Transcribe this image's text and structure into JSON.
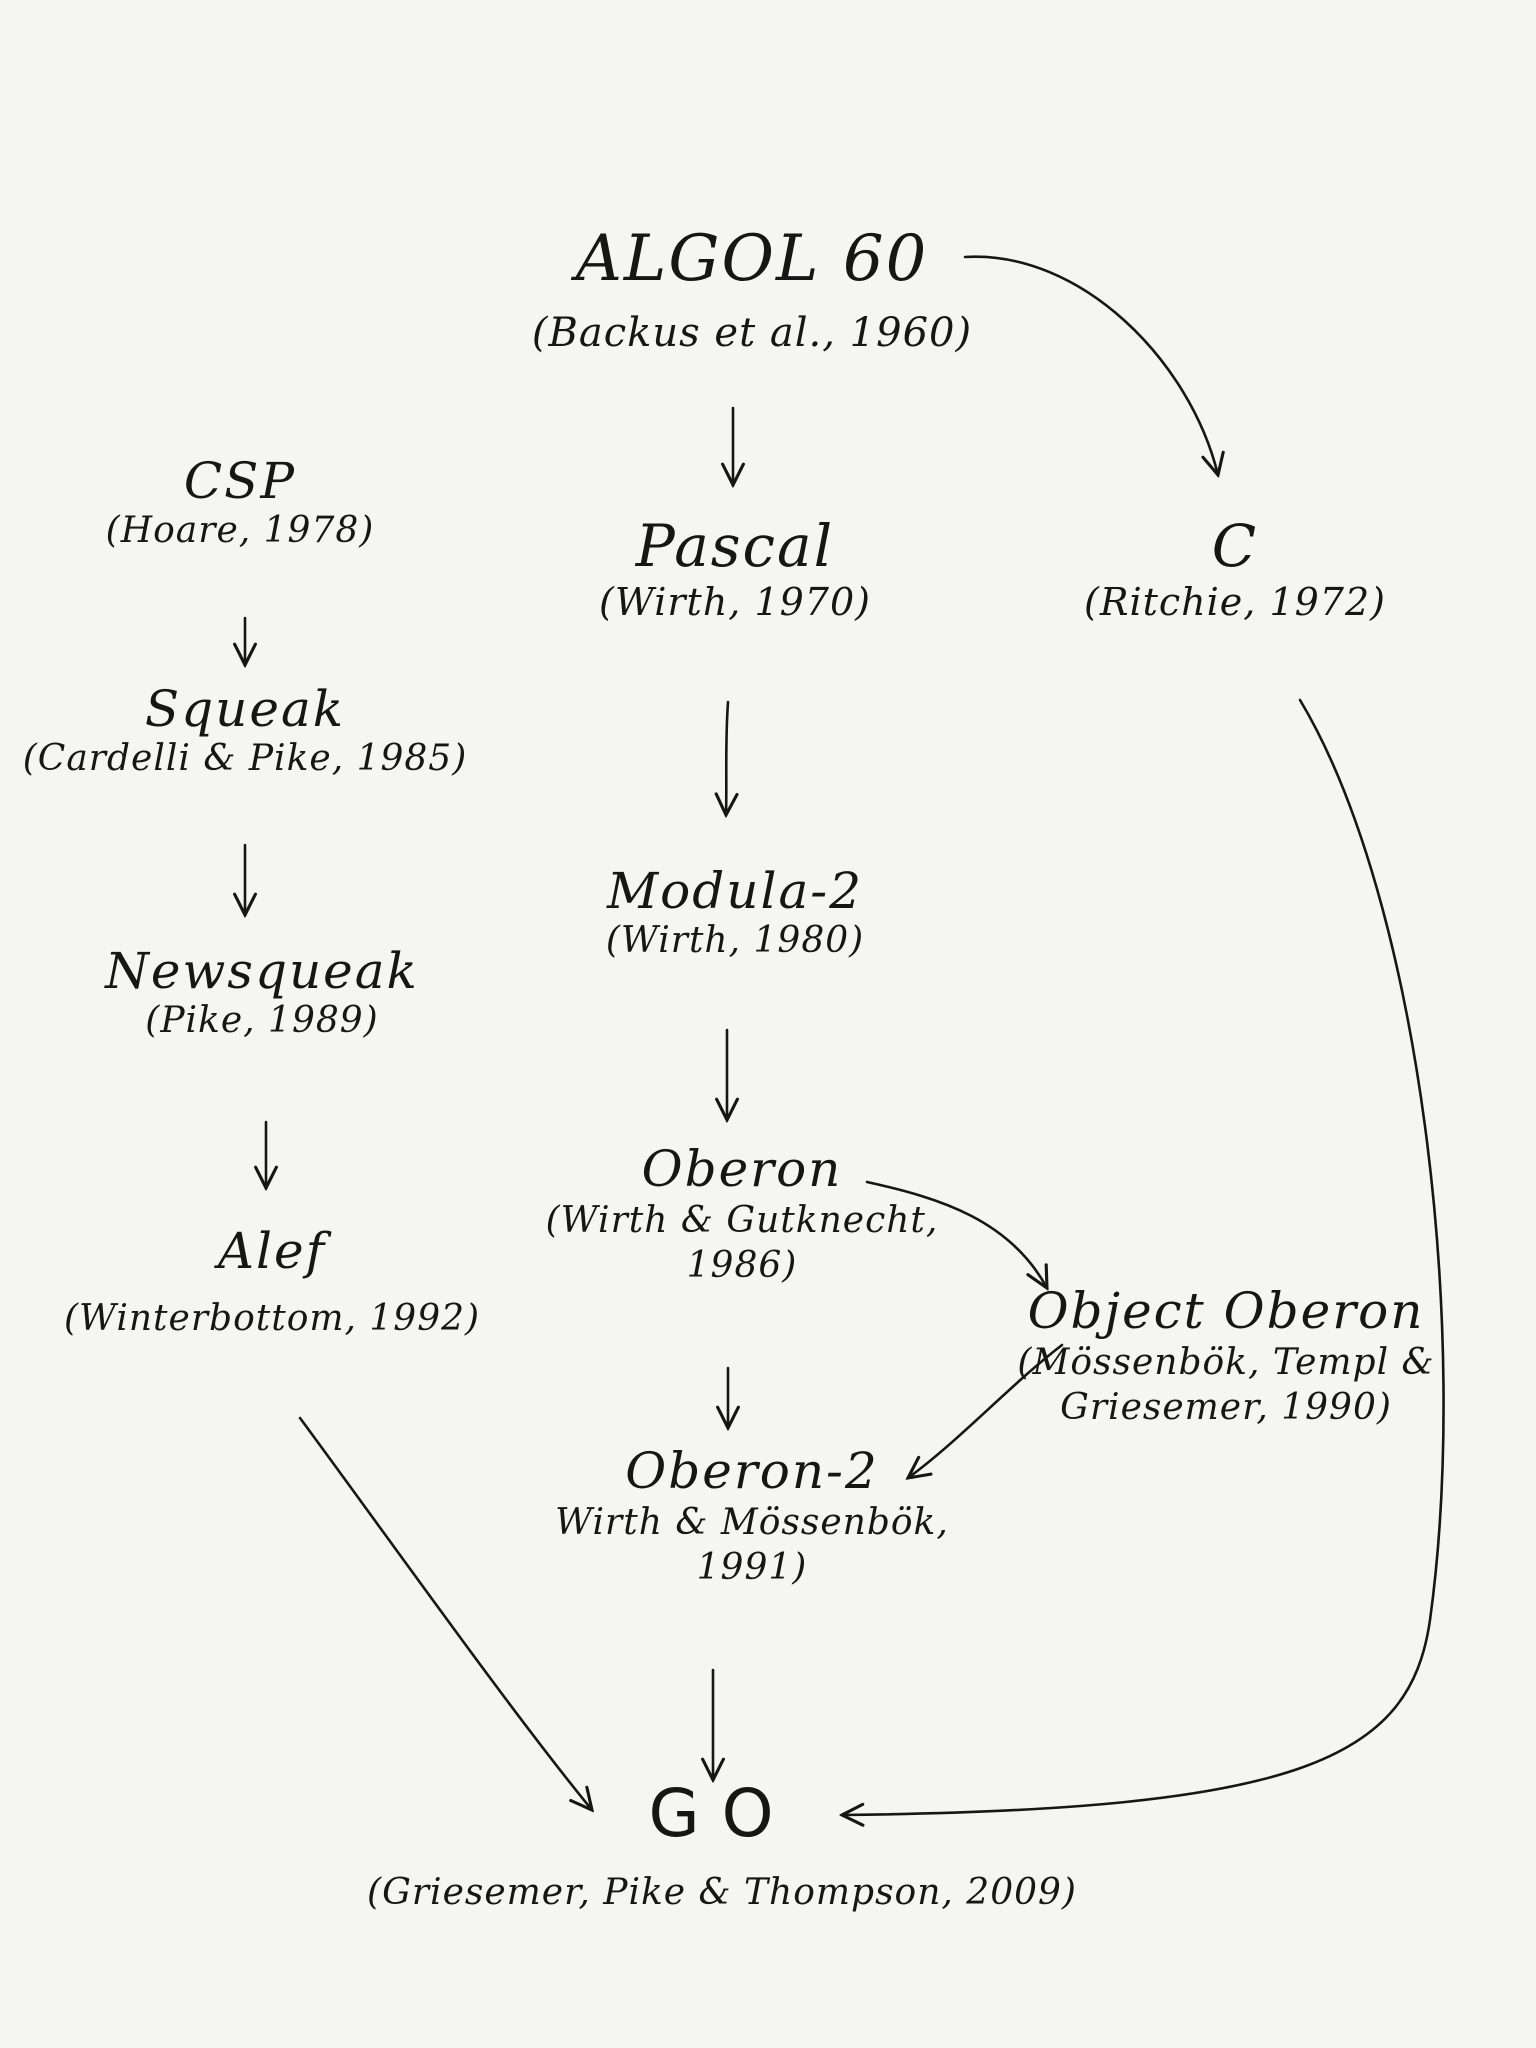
{
  "nodes": {
    "algol60": {
      "name": "ALGOL 60",
      "cite": "(Backus et al., 1960)"
    },
    "csp": {
      "name": "CSP",
      "cite": "(Hoare, 1978)"
    },
    "pascal": {
      "name": "Pascal",
      "cite": "(Wirth, 1970)"
    },
    "c": {
      "name": "C",
      "cite": "(Ritchie, 1972)"
    },
    "squeak": {
      "name": "Squeak",
      "cite": "(Cardelli & Pike, 1985)"
    },
    "modula2": {
      "name": "Modula-2",
      "cite": "(Wirth, 1980)"
    },
    "newsqueak": {
      "name": "Newsqueak",
      "cite": "(Pike, 1989)"
    },
    "oberon": {
      "name": "Oberon",
      "cite": "(Wirth & Gutknecht, 1986)"
    },
    "alef": {
      "name": "Alef",
      "cite": "(Winterbottom, 1992)"
    },
    "objectoberon": {
      "name": "Object Oberon",
      "cite": "(Mössenbök, Templ & Griesemer, 1990)"
    },
    "oberon2": {
      "name": "Oberon-2",
      "cite": "Wirth & Mössenbök, 1991)"
    },
    "go": {
      "name": "GO",
      "cite": "(Griesemer, Pike & Thompson, 2009)"
    }
  },
  "edges": [
    {
      "from": "algol60",
      "to": "pascal"
    },
    {
      "from": "algol60",
      "to": "c"
    },
    {
      "from": "csp",
      "to": "squeak"
    },
    {
      "from": "squeak",
      "to": "newsqueak"
    },
    {
      "from": "newsqueak",
      "to": "alef"
    },
    {
      "from": "alef",
      "to": "go"
    },
    {
      "from": "pascal",
      "to": "modula2"
    },
    {
      "from": "modula2",
      "to": "oberon"
    },
    {
      "from": "oberon",
      "to": "objectoberon"
    },
    {
      "from": "oberon",
      "to": "oberon2"
    },
    {
      "from": "objectoberon",
      "to": "oberon2"
    },
    {
      "from": "oberon2",
      "to": "go"
    },
    {
      "from": "c",
      "to": "go"
    }
  ],
  "colors": {
    "ink": "#161616",
    "paper": "#f5f5f3"
  }
}
